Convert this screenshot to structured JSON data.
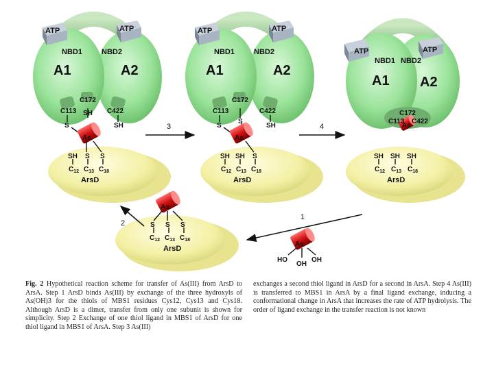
{
  "panels": [
    {
      "atp_left": "ATP",
      "atp_right": "ATP",
      "nbd_left": "NBD1",
      "nbd_right": "NBD2",
      "a1": "A1",
      "a2": "A2",
      "c172": "C172",
      "sh_top": "SH",
      "c113": "C113",
      "c422": "C422",
      "s_left": "S",
      "sh_right": "SH",
      "as": "As",
      "d_thiol1": "SH",
      "d_thiol2": "S",
      "d_thiol3": "S",
      "c_letter": "C",
      "c12": "12",
      "c13": "13",
      "c18": "18",
      "arsd": "ArsD"
    },
    {
      "atp_left": "ATP",
      "atp_right": "ATP",
      "nbd_left": "NBD1",
      "nbd_right": "NBD2",
      "a1": "A1",
      "a2": "A2",
      "c172": "C172",
      "s_top": "S",
      "c113": "C113",
      "c422": "C422",
      "s_left": "S",
      "sh_right": "SH",
      "as": "As",
      "d_thiol1": "SH",
      "d_thiol2": "SH",
      "d_thiol3": "S",
      "c_letter": "C",
      "c12": "12",
      "c13": "13",
      "c18": "18",
      "arsd": "ArsD"
    },
    {
      "atp_left": "ATP",
      "atp_right": "ATP",
      "nbd_left": "NBD1",
      "nbd_right": "NBD2",
      "a1": "A1",
      "a2": "A2",
      "c172": "C172",
      "c113": "C113",
      "c422": "C422",
      "as": "As",
      "d_thiol1": "SH",
      "d_thiol2": "SH",
      "d_thiol3": "SH",
      "c_letter": "C",
      "c12": "12",
      "c13": "13",
      "c18": "18",
      "arsd": "ArsD"
    },
    {
      "as": "As",
      "s1": "S",
      "s2": "S",
      "s3": "S",
      "c_letter": "C",
      "c12": "12",
      "c13": "13",
      "c18": "18",
      "arsd": "ArsD"
    }
  ],
  "free_arsenite": {
    "as": "As",
    "ho": "HO",
    "oh_right": "OH",
    "oh_bottom": "OH"
  },
  "steps": {
    "step1": "1",
    "step2": "2",
    "step3": "3",
    "step4": "4"
  },
  "caption": {
    "fig": "Fig. 2",
    "left": "Hypothetical reaction scheme for transfer of As(III) from ArsD to ArsA. Step 1 ArsD binds As(III) by exchange of the three hydroxyls of As(OH)3 for the thiols of MBS1 residues Cys12, Cys13 and Cys18. Although ArsD is a dimer, transfer from only one subunit is shown for simplicity. Step 2 Exchange of one thiol ligand in MBS1 of ArsD for one thiol ligand in MBS1 of ArsA. Step 3 As(III)",
    "right": "exchanges a second thiol ligand in ArsD for a second in ArsA. Step 4 As(III) is transferred to MBS1 in ArsA by a final ligand exchange, inducing a conformational change in ArsA that increases the rate of ATP hydrolysis. The order of ligand exchange in the transfer reaction is not known"
  },
  "colors": {
    "protein_green": "#9be39b",
    "protein_green_dark": "#5fb25f",
    "arsd_yellow": "#f3f0a4",
    "arsd_yellow_dark": "#d9d57a",
    "atp_gray": "#a9b4c2",
    "arsenic_red": "#d01010",
    "bracket_gray": "#8fa37f"
  }
}
